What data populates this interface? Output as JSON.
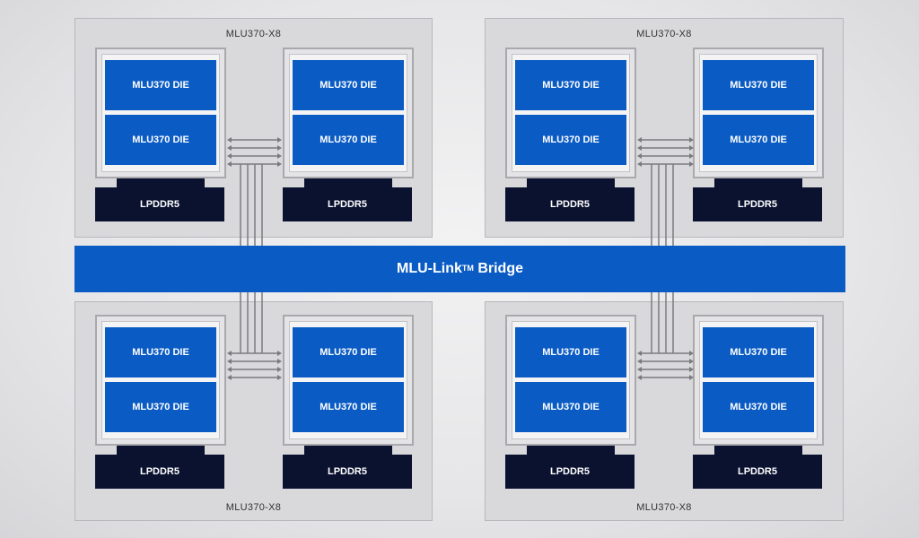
{
  "boards": [
    {
      "label": "MLU370-X8"
    },
    {
      "label": "MLU370-X8"
    },
    {
      "label": "MLU370-X8"
    },
    {
      "label": "MLU370-X8"
    }
  ],
  "die_label": "MLU370 DIE",
  "memory_label": "LPDDR5",
  "bridge": {
    "name": "MLU-Link",
    "trademark": "TM",
    "suffix": " Bridge"
  },
  "colors": {
    "die_blue": "#0a5bc4",
    "memory_navy": "#0b1230",
    "board_gray": "#d9d9db"
  }
}
